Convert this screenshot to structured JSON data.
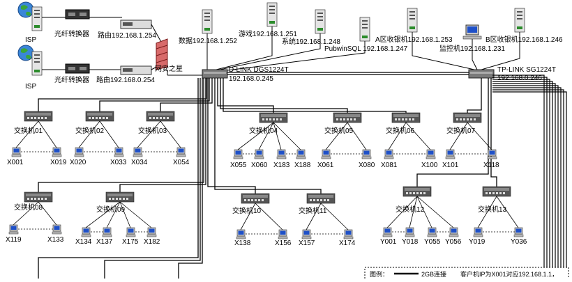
{
  "isp": [
    "ISP",
    "ISP"
  ],
  "converters": [
    "光纤转换器",
    "光纤转换器"
  ],
  "routers": [
    "路由192.168.1.254",
    "路由192.168.0.254"
  ],
  "firewall": "网安之星",
  "core_switch": {
    "name": "D-LINK DGS1224T",
    "ip": "192.168.0.245"
  },
  "sub_core_switch": {
    "name": "TP-LINK SG1224T",
    "ip": "192.168.0.246"
  },
  "servers": [
    "数据192.168.1.252",
    "游戏192.168.1.251",
    "系统192.168.1.248",
    "PubwinSQL 192.168.1.247",
    "A区收银机192.168.1.253",
    "监控机192.168.1.231",
    "B区收银机192.168.1.246"
  ],
  "switches": [
    {
      "name": "交换机01",
      "from": "X001",
      "to": "X019"
    },
    {
      "name": "交换机02",
      "from": "X020",
      "to": "X033"
    },
    {
      "name": "交换机03",
      "from": "X034",
      "to": "X054"
    },
    {
      "name": "交换机04",
      "from": "X055",
      "to": "X060",
      "from2": "X183",
      "to2": "X188"
    },
    {
      "name": "交换机05",
      "from": "X061",
      "to": "X080"
    },
    {
      "name": "交换机06",
      "from": "X081",
      "to": "X100"
    },
    {
      "name": "交换机07",
      "from": "X101",
      "to": "X118"
    },
    {
      "name": "交换机08",
      "from": "X119",
      "to": "X133"
    },
    {
      "name": "交换机09",
      "from": "X134",
      "to": "X137",
      "from2": "X175",
      "to2": "X182"
    },
    {
      "name": "交换机10",
      "from": "X138",
      "to": "X156"
    },
    {
      "name": "交换机11",
      "from": "X157",
      "to": "X174"
    },
    {
      "name": "交换机12",
      "from": "Y001",
      "to": "Y018",
      "from2": "Y055",
      "to2": "Y056"
    },
    {
      "name": "交换机13",
      "from": "Y019",
      "to": "Y036"
    }
  ],
  "legend": {
    "title": "图例：",
    "link": "2GB连接",
    "note": "客户机IP为X001对应192.168.1.1，"
  }
}
